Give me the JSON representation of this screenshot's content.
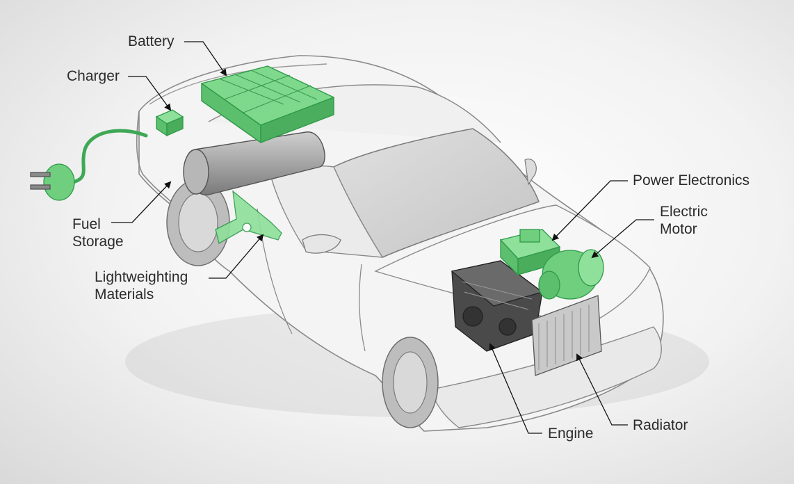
{
  "labels": {
    "battery": "Battery",
    "charger": "Charger",
    "fuel_storage_line1": "Fuel",
    "fuel_storage_line2": "Storage",
    "lightweighting_line1": "Lightweighting",
    "lightweighting_line2": "Materials",
    "power_electronics": "Power Electronics",
    "electric_motor_line1": "Electric",
    "electric_motor_line2": "Motor",
    "engine": "Engine",
    "radiator": "Radiator"
  },
  "colors": {
    "highlight_green": "#6fcf7f",
    "highlight_green_dark": "#2e9a48",
    "cable_green": "#3fa856",
    "car_body": "#f4f4f4",
    "car_outline": "#8a8a8a",
    "label_text": "#2b2b2b"
  }
}
